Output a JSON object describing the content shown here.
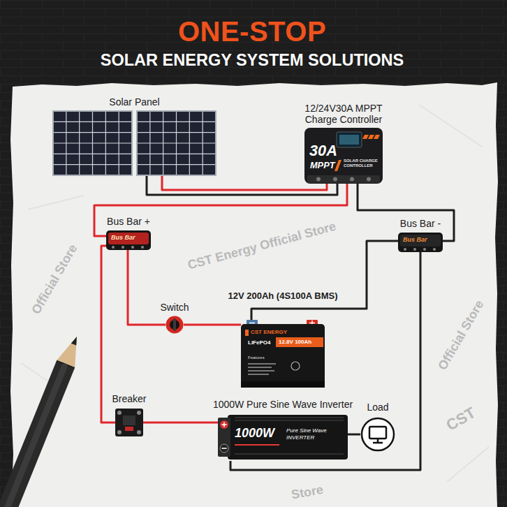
{
  "diagram": {
    "title": "ONE-STOP",
    "nodes": [
      {
        "text": [
          "Solar Panel"
        ]
      },
      {
        "text": [
          "12/24V30A MPPT Charge Controller",
          "30A",
          "MPPT",
          "SOLAR CHARGE CONTROLLER"
        ]
      },
      {
        "text": [
          "Bus Bar +",
          "Bus Bar"
        ]
      },
      {
        "text": [
          "Bus Bar -",
          "Bus Bar"
        ]
      },
      {
        "text": [
          "Switch"
        ]
      },
      {
        "text": [
          "12V 200Ah (4S100A BMS)",
          "CST ENERGY",
          "LiFePO4",
          "12.8V 100Ah",
          "Features"
        ]
      },
      {
        "text": [
          "Breaker"
        ]
      },
      {
        "text": [
          "1000W Pure Sine Wave Inverter",
          "1000W",
          "Pure Sine Wave INVERTER"
        ]
      },
      {
        "text": [
          "Load"
        ]
      }
    ],
    "edges": [
      {
        "from": 0,
        "to": 1,
        "arrow": "none"
      },
      {
        "from": 0,
        "to": 1,
        "arrow": "none"
      },
      {
        "from": 1,
        "to": 2,
        "arrow": "none"
      },
      {
        "from": 1,
        "to": 3,
        "arrow": "none"
      },
      {
        "from": 3,
        "to": 5,
        "arrow": "none"
      },
      {
        "from": 2,
        "to": 4,
        "arrow": "none"
      },
      {
        "from": 4,
        "to": 5,
        "arrow": "none"
      },
      {
        "from": 2,
        "to": 6,
        "arrow": "none"
      },
      {
        "from": 6,
        "to": 7,
        "arrow": "none"
      },
      {
        "from": 3,
        "to": 7,
        "arrow": "none"
      },
      {
        "from": 7,
        "to": 8,
        "arrow": "none"
      }
    ],
    "labels": [
      "SOLAR ENERGY SYSTEM SOLUTIONS",
      "CST Energy Official Store",
      "Official Store",
      "Official Store",
      "CST",
      "Store"
    ]
  }
}
